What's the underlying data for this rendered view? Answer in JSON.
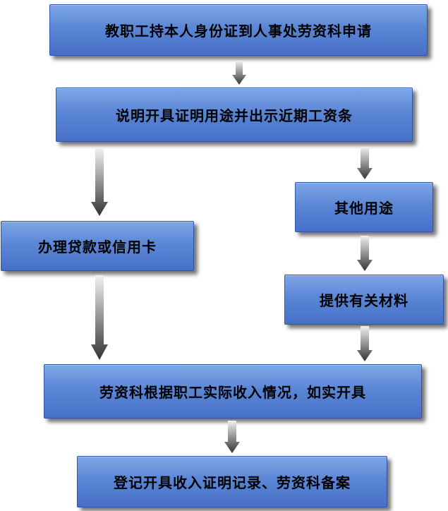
{
  "flowchart": {
    "step1": "教职工持本人身份证到人事处劳资科申请",
    "step2": "说明开具证明用途并出示近期工资条",
    "other_use": "其他用途",
    "loan": "办理贷款或信用卡",
    "materials": "提供有关材料",
    "issue": "劳资科根据职工实际收入情况，如实开具",
    "record": "登记开具收入证明记录、劳资科备案"
  },
  "colors": {
    "box_fill": "#5b87d6",
    "box_border": "#2f56a8",
    "arrow_dark": "#3a3a3a",
    "arrow_light": "#e8e8e8"
  }
}
